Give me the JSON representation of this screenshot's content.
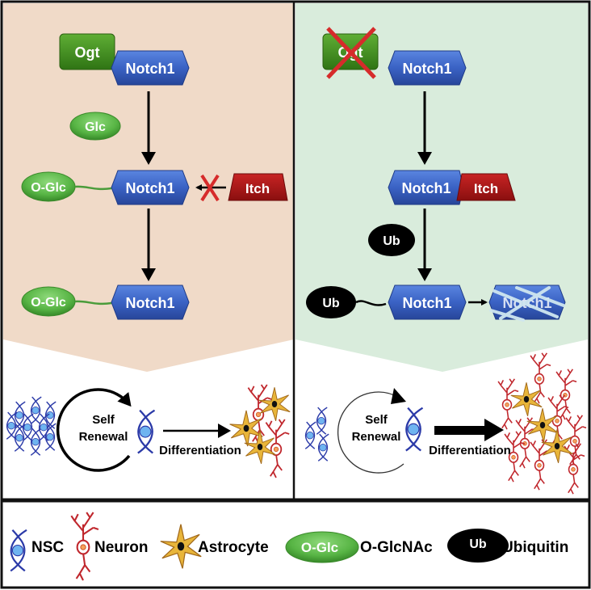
{
  "figure": {
    "left_panel": {
      "background": "#f0dac8",
      "ogt_label": "Ogt",
      "notch_label": "Notch1",
      "glc_label": "Glc",
      "oglc_label": "O-Glc",
      "itch_label": "Itch",
      "self_renewal_line1": "Self",
      "self_renewal_line2": "Renewal",
      "differentiation_label": "Differentiation"
    },
    "right_panel": {
      "background": "#d9ecdc",
      "ogt_label": "Ogt",
      "notch_label": "Notch1",
      "itch_label": "Itch",
      "ub_label": "Ub",
      "degraded_notch_label": "Notch1",
      "self_renewal_line1": "Self",
      "self_renewal_line2": "Renewal",
      "differentiation_label": "Differentiation"
    },
    "legend": {
      "nsc_label": "NSC",
      "neuron_label": "Neuron",
      "astrocyte_label": "Astrocyte",
      "oglc_symbol_label": "O-Glc",
      "oglc_label": "O-GlcNAc",
      "ub_symbol_label": "Ub",
      "ub_label": "Ubiquitin"
    },
    "colors": {
      "notch": "#3a62c4",
      "ogt": "#3f8f1f",
      "glc": "#5cb848",
      "itch": "#b01818",
      "ub": "#000000",
      "inhibit_x": "#d62b2b",
      "nsc": "#2b3aa8",
      "nsc_nucleus": "#6fb4f0",
      "neuron": "#c0272d",
      "astrocyte": "#e8b53a"
    }
  }
}
